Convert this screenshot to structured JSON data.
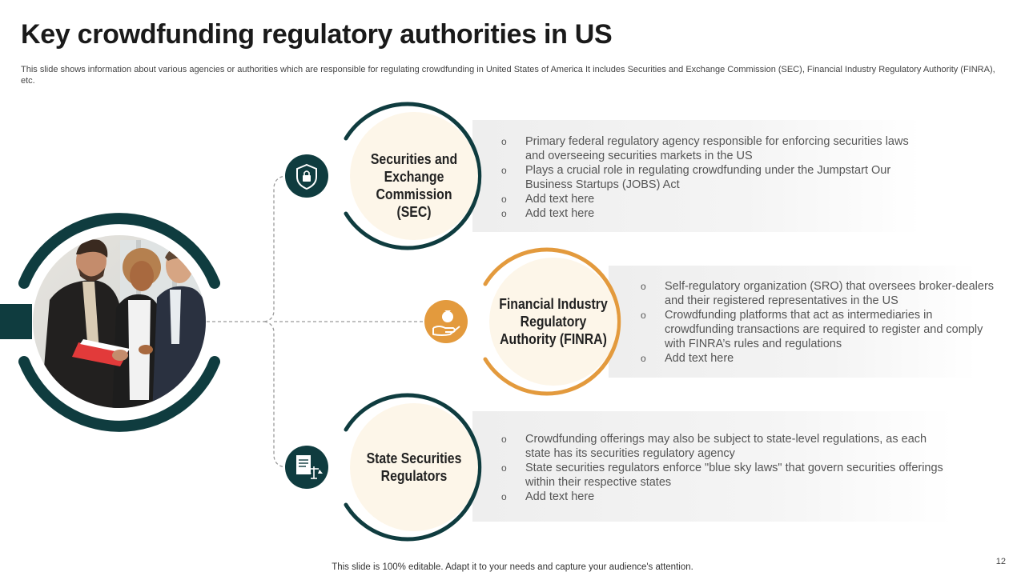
{
  "slide": {
    "title": "Key crowdfunding regulatory authorities in US",
    "subtitle": "This slide shows information about various agencies or authorities which are responsible for regulating crowdfunding in United States of America It includes Securities and Exchange Commission (SEC), Financial Industry Regulatory Authority (FINRA), etc.",
    "footer": "This slide is 100% editable. Adapt it to your needs and capture your audience's attention.",
    "page_number": "12"
  },
  "colors": {
    "teal": "#0f3c3f",
    "orange": "#e39a3d",
    "cream": "#fdf6e9",
    "panel": "#f1f1f1"
  },
  "photo": {
    "icon": "business-team-photo"
  },
  "authorities": [
    {
      "name": "Securities and Exchange Commission (SEC)",
      "icon": "shield-lock-icon",
      "bullets": [
        "Primary federal regulatory agency responsible for enforcing securities laws and overseeing securities markets in the US",
        "Plays a crucial role in regulating crowdfunding under the Jumpstart Our Business Startups (JOBS) Act",
        "Add text here",
        "Add text here"
      ]
    },
    {
      "name": "Financial Industry Regulatory Authority (FINRA)",
      "icon": "money-bag-hand-icon",
      "bullets": [
        "Self-regulatory organization (SRO) that oversees broker-dealers and their registered representatives in the US",
        "Crowdfunding platforms that act as intermediaries in crowdfunding transactions are required to register and comply with FINRA’s rules and regulations",
        "Add text here"
      ]
    },
    {
      "name": "State Securities Regulators",
      "icon": "document-scales-icon",
      "bullets": [
        "Crowdfunding offerings may also be subject to state-level regulations, as each state has its securities regulatory agency",
        "State securities regulators enforce \"blue sky laws\" that govern securities offerings within their respective states",
        "Add text here"
      ]
    }
  ]
}
